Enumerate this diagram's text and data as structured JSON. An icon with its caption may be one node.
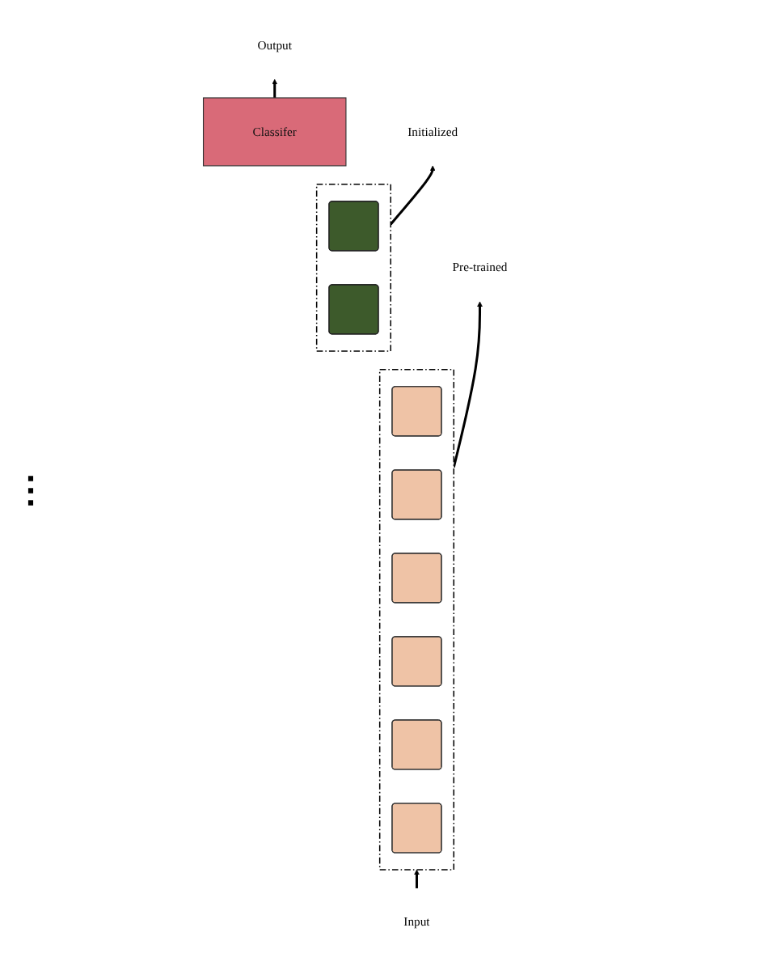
{
  "diagram": {
    "nodes": [
      {
        "text": [
          "Output"
        ]
      },
      {
        "text": [
          "Classifer"
        ]
      },
      {
        "text": [],
        "shape": "box"
      },
      {
        "text": [],
        "shape": "bar",
        "in": 2
      },
      {
        "text": [],
        "shape": "bar",
        "in": 2
      },
      {
        "text": [
          "Initialized"
        ]
      },
      {
        "text": [],
        "shape": "box"
      },
      {
        "text": [],
        "shape": "bar",
        "in": 6
      },
      {
        "text": [],
        "shape": "bar",
        "in": 6
      },
      {
        "text": [],
        "shape": "bar",
        "in": 6
      },
      {
        "text": [],
        "shape": "bar",
        "in": 6
      },
      {
        "text": [],
        "shape": "bar",
        "in": 6
      },
      {
        "text": [],
        "shape": "bar",
        "in": 6
      },
      {
        "text": [
          "Pre-trained"
        ]
      },
      {
        "text": [
          "Input"
        ]
      }
    ],
    "edges": [
      {
        "from": 1,
        "to": 0,
        "arrow": "to"
      },
      {
        "from": 2,
        "to": 5,
        "arrow": "to"
      },
      {
        "from": 6,
        "to": 13,
        "arrow": "to"
      },
      {
        "from": 14,
        "to": 6,
        "arrow": "to"
      }
    ],
    "labels": [
      "⋮"
    ]
  }
}
